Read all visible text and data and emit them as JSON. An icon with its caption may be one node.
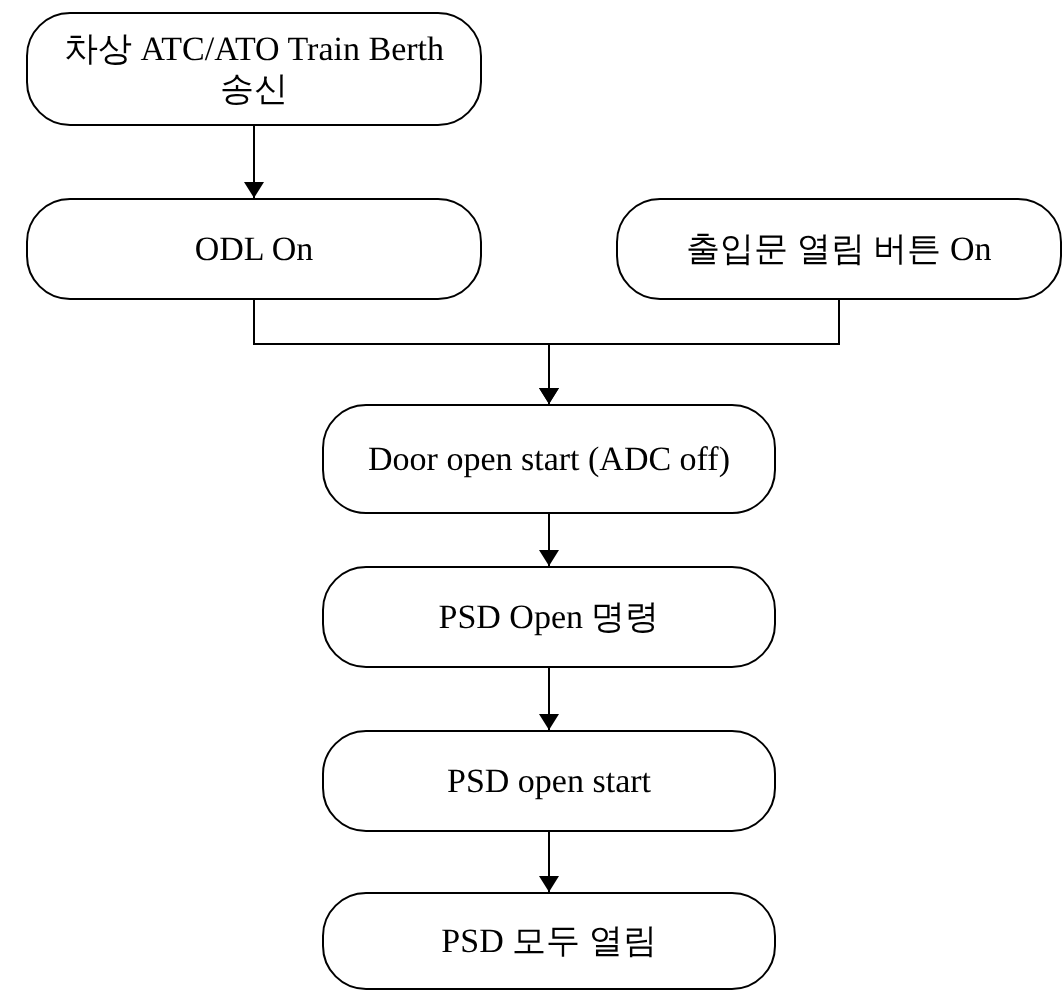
{
  "diagram": {
    "nodes": [
      {
        "text": [
          "차상 ATC/ATO Train Berth 송신"
        ]
      },
      {
        "text": [
          "ODL On"
        ]
      },
      {
        "text": [
          "출입문 열림 버튼 On"
        ]
      },
      {
        "text": [
          "Door open start (ADC off)"
        ]
      },
      {
        "text": [
          "PSD Open 명령"
        ]
      },
      {
        "text": [
          "PSD open start"
        ]
      },
      {
        "text": [
          "PSD 모두 열림"
        ]
      }
    ],
    "edges": [
      {
        "from": 0,
        "to": 1,
        "arrow": "to"
      },
      {
        "from": 1,
        "to": 3,
        "arrow": "to"
      },
      {
        "from": 2,
        "to": 3,
        "arrow": "to"
      },
      {
        "from": 3,
        "to": 4,
        "arrow": "to"
      },
      {
        "from": 4,
        "to": 5,
        "arrow": "to"
      },
      {
        "from": 5,
        "to": 6,
        "arrow": "to"
      }
    ]
  }
}
